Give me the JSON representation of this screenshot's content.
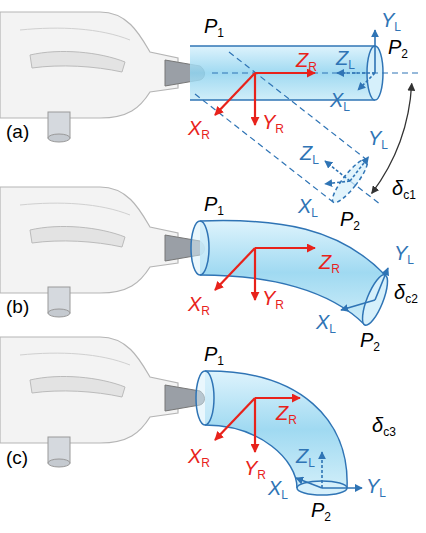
{
  "diagram": {
    "labels": [
      "P1",
      "ZR",
      "YL",
      "P2",
      "ZL",
      "XL",
      "XR",
      "YR",
      "(a)",
      "ZL",
      "YL",
      "δc1",
      "XL",
      "P2",
      "P1",
      "ZR",
      "YL",
      "δc2",
      "XR",
      "YR",
      "(b)",
      "XL",
      "P2",
      "P1",
      "ZR",
      "δc3",
      "ZL",
      "XR",
      "YR",
      "(c)",
      "YL",
      "XL",
      "P2"
    ]
  }
}
